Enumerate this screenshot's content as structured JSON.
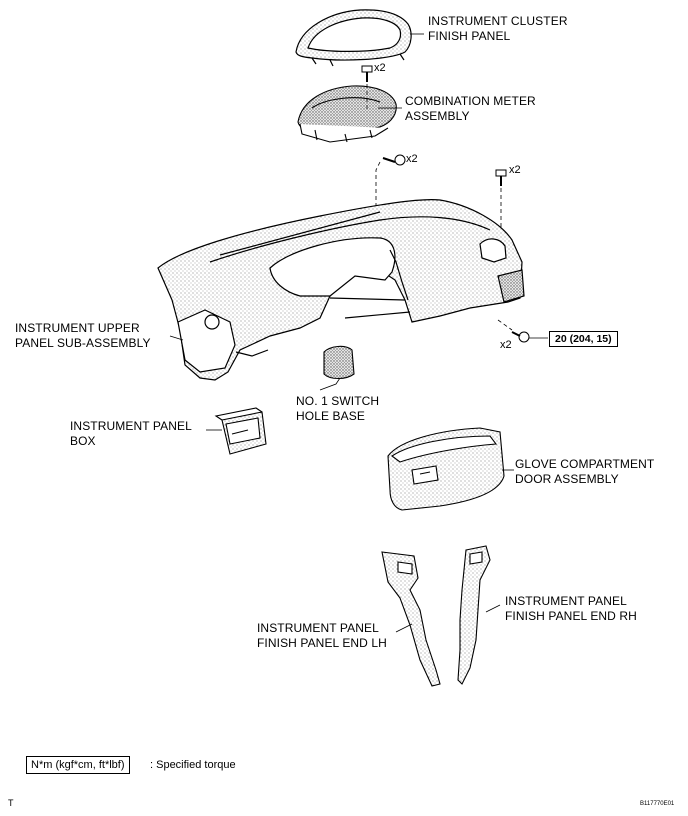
{
  "labels": {
    "instrument_cluster_finish_panel": [
      "INSTRUMENT CLUSTER",
      "FINISH PANEL"
    ],
    "combination_meter_assembly": [
      "COMBINATION METER",
      "ASSEMBLY"
    ],
    "instrument_upper_panel": [
      "INSTRUMENT UPPER",
      "PANEL SUB-ASSEMBLY"
    ],
    "no1_switch_hole_base": [
      "NO. 1 SWITCH",
      "HOLE BASE"
    ],
    "instrument_panel_box": [
      "INSTRUMENT PANEL",
      "BOX"
    ],
    "glove_compartment": [
      "GLOVE COMPARTMENT",
      "DOOR ASSEMBLY"
    ],
    "finish_panel_end_rh": [
      "INSTRUMENT PANEL",
      "FINISH PANEL END RH"
    ],
    "finish_panel_end_lh": [
      "INSTRUMENT PANEL",
      "FINISH PANEL END LH"
    ]
  },
  "quantities": {
    "meter_screws": "x2",
    "upper_left_bolts": "x2",
    "upper_right_bolts": "x2",
    "side_bolts": "x2"
  },
  "torque": "20 (204, 15)",
  "legend": {
    "box": "N*m (kgf*cm, ft*lbf)",
    "text": ": Specified torque"
  },
  "corner_mark": "T",
  "figure_code": "B117770E01"
}
